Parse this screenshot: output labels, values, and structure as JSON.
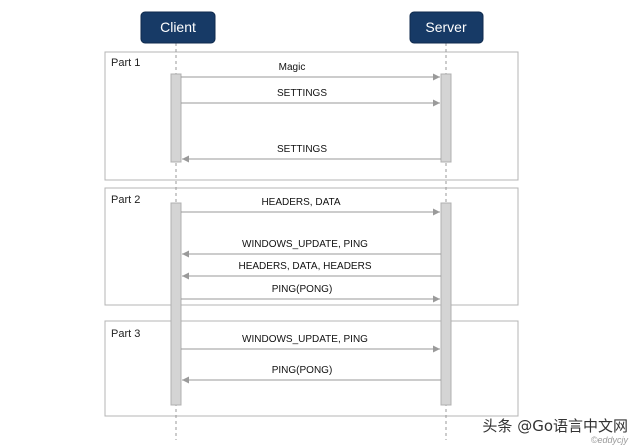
{
  "actors": {
    "client": "Client",
    "server": "Server"
  },
  "parts": [
    {
      "label": "Part 1"
    },
    {
      "label": "Part 2"
    },
    {
      "label": "Part 3"
    }
  ],
  "messages": [
    {
      "label": "Magic",
      "from": "client",
      "to": "server"
    },
    {
      "label": "SETTINGS",
      "from": "client",
      "to": "server"
    },
    {
      "label": "SETTINGS",
      "from": "server",
      "to": "client"
    },
    {
      "label": "HEADERS, DATA",
      "from": "client",
      "to": "server"
    },
    {
      "label": "WINDOWS_UPDATE, PING",
      "from": "server",
      "to": "client"
    },
    {
      "label": "HEADERS, DATA, HEADERS",
      "from": "server",
      "to": "client"
    },
    {
      "label": "PING(PONG)",
      "from": "client",
      "to": "server"
    },
    {
      "label": "WINDOWS_UPDATE, PING",
      "from": "client",
      "to": "server"
    },
    {
      "label": "PING(PONG)",
      "from": "server",
      "to": "client"
    }
  ],
  "watermark": {
    "main": "头条 @Go语言中文网",
    "handle": "©eddycjy"
  }
}
